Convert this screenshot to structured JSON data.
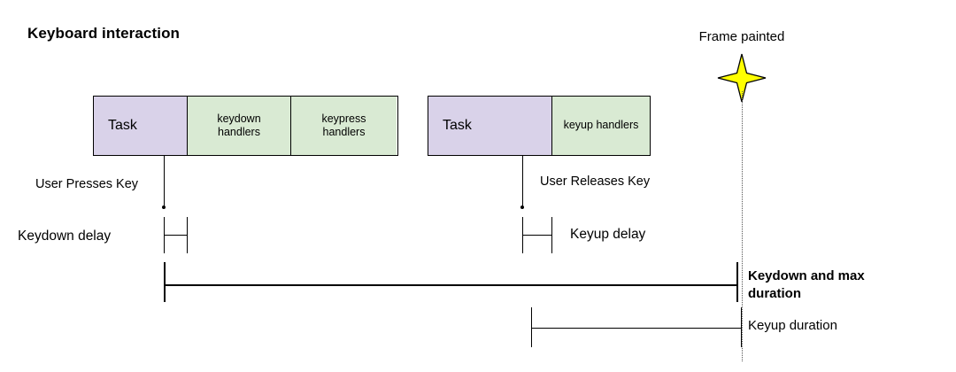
{
  "diagram": {
    "title": "Keyboard interaction",
    "background_color": "#ffffff",
    "colors": {
      "task_fill": "#d9d2e9",
      "handler_fill": "#d9ead3",
      "stroke": "#000000",
      "star_fill": "#ffff00",
      "dotted_line": "#555555"
    }
  },
  "timeline_rows": [
    {
      "id": "keydown-row",
      "segments": [
        {
          "label": "Task",
          "type": "task"
        },
        {
          "label": "keydown\nhandlers",
          "type": "handler"
        },
        {
          "label": "keypress\nhandlers",
          "type": "handler"
        }
      ]
    },
    {
      "id": "keyup-row",
      "segments": [
        {
          "label": "Task",
          "type": "task"
        },
        {
          "label": "keyup handlers",
          "type": "handler"
        }
      ]
    }
  ],
  "events": [
    {
      "id": "user-presses-key",
      "label": "User Presses Key"
    },
    {
      "id": "user-releases-key",
      "label": "User Releases Key"
    }
  ],
  "measures": [
    {
      "id": "keydown-delay",
      "label": "Keydown delay"
    },
    {
      "id": "keyup-delay",
      "label": "Keyup delay"
    },
    {
      "id": "keydown-and-max-duration",
      "label": "Keydown and max duration",
      "emphasis": "bold"
    },
    {
      "id": "keyup-duration",
      "label": "Keyup duration",
      "emphasis": "normal"
    }
  ],
  "frame_marker": {
    "label": "Frame painted",
    "icon": "four-point-star-icon"
  }
}
